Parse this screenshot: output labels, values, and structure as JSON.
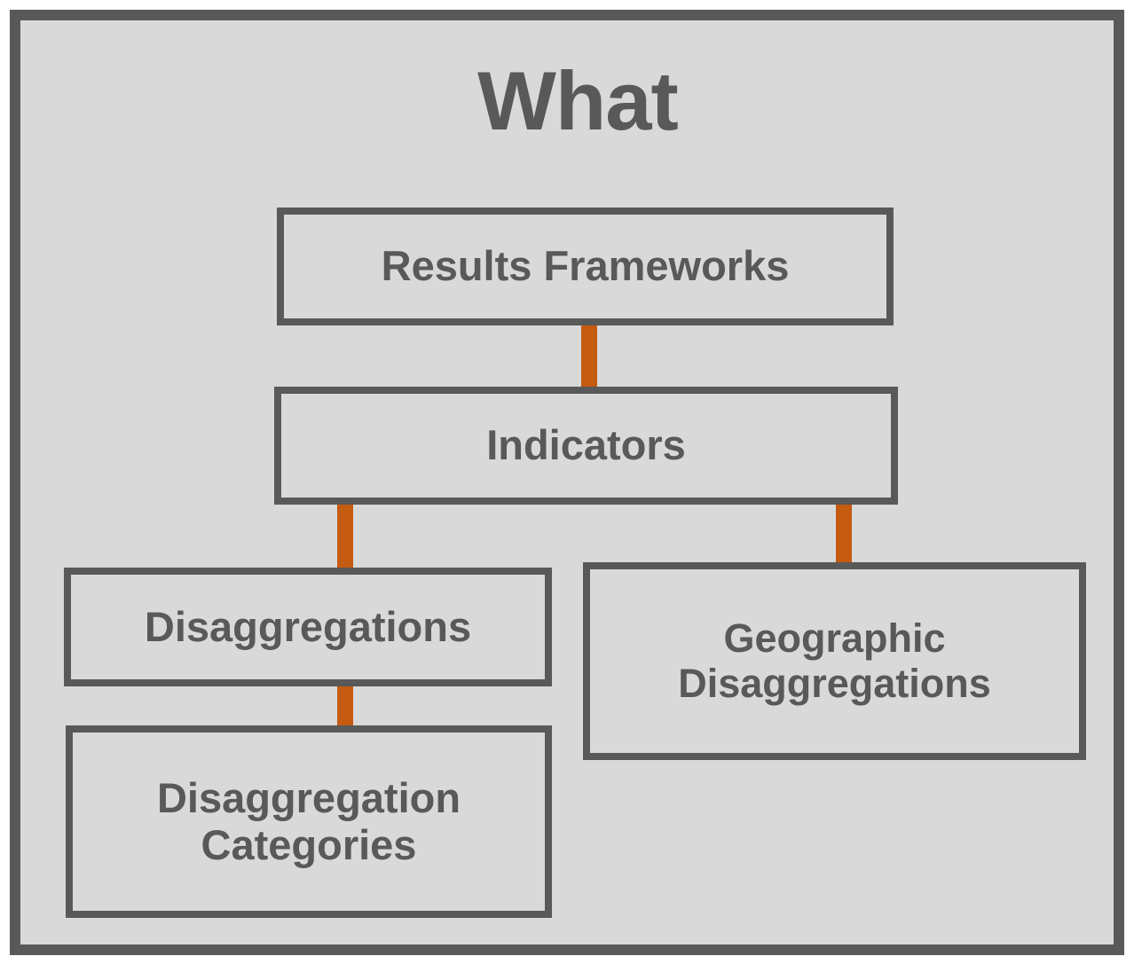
{
  "diagram": {
    "title": "What",
    "background_color": "#D9D9D9",
    "frame_color": "#595959",
    "text_color": "#595959",
    "connector_color": "#C55A11",
    "nodes": [
      {
        "id": "results-frameworks",
        "label": "Results Frameworks"
      },
      {
        "id": "indicators",
        "label": "Indicators"
      },
      {
        "id": "disaggregations",
        "label": "Disaggregations"
      },
      {
        "id": "disaggregation-categories",
        "label": "Disaggregation Categories"
      },
      {
        "id": "geographic-disaggregations",
        "label": "Geographic Disaggregations"
      }
    ],
    "connectors": [
      {
        "from": "results-frameworks",
        "to": "indicators"
      },
      {
        "from": "indicators",
        "to": "disaggregations"
      },
      {
        "from": "indicators",
        "to": "geographic-disaggregations"
      },
      {
        "from": "disaggregations",
        "to": "disaggregation-categories"
      }
    ]
  }
}
